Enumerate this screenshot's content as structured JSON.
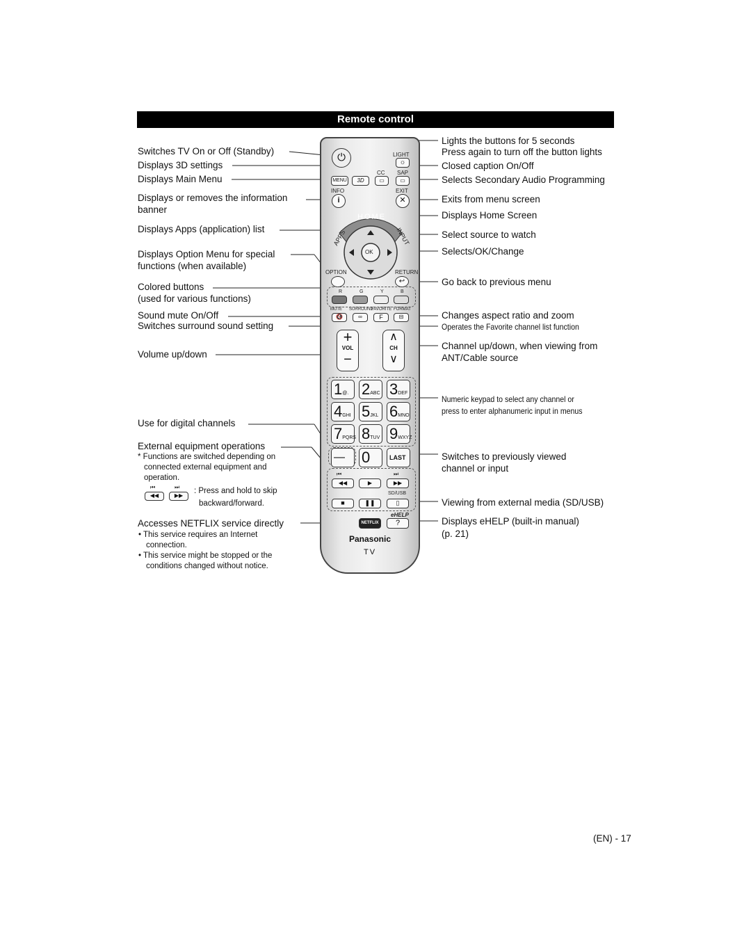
{
  "section_title": "Remote control",
  "left_labels": {
    "power": "Switches TV On or Off (Standby)",
    "settings_3d": "Displays 3D settings",
    "main_menu": "Displays Main Menu",
    "info_1": "Displays or removes the information",
    "info_2": "banner",
    "apps": "Displays Apps (application) list",
    "option_1": "Displays Option Menu for special",
    "option_2": "functions (when available)",
    "colored_1": "Colored buttons",
    "colored_2": "(used for various functions)",
    "mute": "Sound mute On/Off",
    "surround": "Switches surround sound setting",
    "volume": "Volume up/down",
    "digital": "Use for digital channels",
    "external": "External equipment operations",
    "external_note_1": "* Functions are switched depending on",
    "external_note_2": "connected external equipment and",
    "external_note_3": "operation.",
    "skip_1": ": Press and hold to skip",
    "skip_2": "backward/forward.",
    "netflix": "Accesses NETFLIX service directly",
    "netflix_note_1": "• This service requires an Internet",
    "netflix_note_1b": "connection.",
    "netflix_note_2": "• This service might be stopped or the",
    "netflix_note_2b": "conditions changed without notice."
  },
  "right_labels": {
    "light_1": "Lights the buttons for 5 seconds",
    "light_2": "Press again to turn off the button lights",
    "cc": "Closed caption On/Off",
    "sap": "Selects Secondary Audio Programming",
    "exit": "Exits from menu screen",
    "home": "Displays Home Screen",
    "input": "Select source to watch",
    "ok": "Selects/OK/Change",
    "return": "Go back to previous menu",
    "format": "Changes aspect ratio and zoom",
    "favorite": "Operates the Favorite channel list function",
    "ch_1": "Channel up/down, when viewing from",
    "ch_2": "ANT/Cable source",
    "numeric_1": "Numeric keypad to select any channel or",
    "numeric_2": "press to enter alphanumeric input in menus",
    "last_1": "Switches to previously viewed",
    "last_2": "channel or input",
    "sdusb": "Viewing from external media (SD/USB)",
    "ehelp_1": "Displays eHELP (built-in manual)",
    "ehelp_2": "(p. 21)"
  },
  "remote": {
    "light": "LIGHT",
    "menu": "MENU",
    "cc": "CC",
    "sap": "SAP",
    "info": "INFO",
    "exit": "EXIT",
    "home": "HOME",
    "apps": "APPS",
    "input": "INPUT",
    "ok": "OK",
    "option": "OPTION",
    "return": "RETURN",
    "colors": [
      "R",
      "G",
      "Y",
      "B"
    ],
    "mute": "MUTE",
    "surround": "SURROUND",
    "favorite": "FAVORITE",
    "format": "FORMAT",
    "f": "F",
    "vol": "VOL",
    "ch": "CH",
    "keys": [
      {
        "n": "1",
        "s": "@."
      },
      {
        "n": "2",
        "s": "ABC"
      },
      {
        "n": "3",
        "s": "DEF"
      },
      {
        "n": "4",
        "s": "GHI"
      },
      {
        "n": "5",
        "s": "JKL"
      },
      {
        "n": "6",
        "s": "MNO"
      },
      {
        "n": "7",
        "s": "PQRS"
      },
      {
        "n": "8",
        "s": "TUV"
      },
      {
        "n": "9",
        "s": "WXYZ"
      }
    ],
    "dash": "—",
    "zero": "0",
    "last": "LAST",
    "sdusb": "SD/USB",
    "ehelp": "eHELP",
    "netflix": "NETFLIX",
    "help": "?",
    "brand": "Panasonic",
    "tv": "TV"
  },
  "page_number": "(EN) - 17"
}
